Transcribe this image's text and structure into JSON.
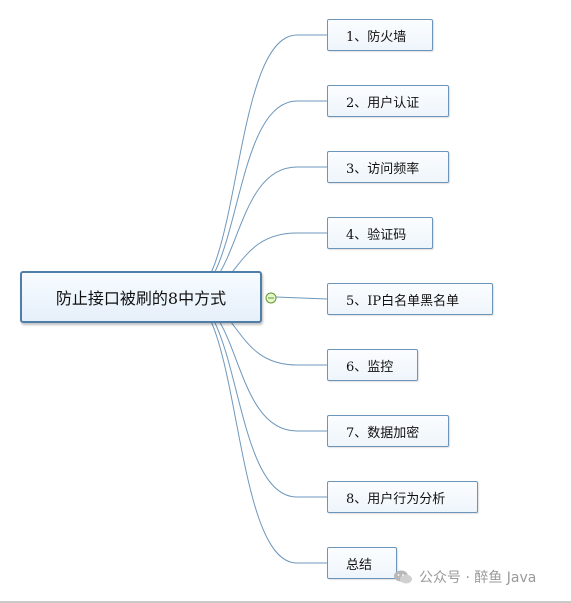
{
  "diagram": {
    "root_label": "防止接口被刷的8中方式",
    "branches": [
      {
        "label": "1、防火墙"
      },
      {
        "label": "2、用户认证"
      },
      {
        "label": "3、访问频率"
      },
      {
        "label": "4、验证码"
      },
      {
        "label": "5、IP白名单黑名单"
      },
      {
        "label": "6、监控"
      },
      {
        "label": "7、数据加密"
      },
      {
        "label": "8、用户行为分析"
      },
      {
        "label": "总结"
      }
    ]
  },
  "watermark": {
    "text": "公众号 · 醉鱼 Java"
  },
  "colors": {
    "connector": "#6e97bb",
    "node_border": "#6d95b9",
    "root_border": "#4f7ea8",
    "collapse_knob": "#9ccf55"
  }
}
